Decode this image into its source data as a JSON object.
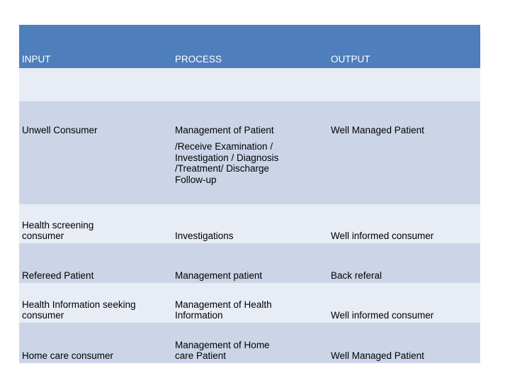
{
  "table": {
    "columns": [
      "INPUT",
      "PROCESS",
      "OUTPUT"
    ],
    "rows": [
      {
        "input": "",
        "process": "",
        "output": ""
      },
      {
        "input": "Unwell Consumer",
        "process": "Management of Patient",
        "output": "Well Managed Patient"
      },
      {
        "input": "",
        "process": "/Receive Examination /\nInvestigation / Diagnosis\n/Treatment/ Discharge\nFollow-up",
        "output": ""
      },
      {
        "input": "Health screening\nconsumer",
        "process": "Investigations",
        "output": "Well informed consumer"
      },
      {
        "input": "Refereed Patient",
        "process": "Management patient",
        "output": "Back referal"
      },
      {
        "input": "Health Information seeking\nconsumer",
        "process": "Management of Health\nInformation",
        "output": "Well informed consumer"
      },
      {
        "input": "Home care consumer",
        "process": "Management of Home\ncare Patient",
        "output": "Well Managed Patient"
      }
    ]
  },
  "colors": {
    "header_band": "#4e7ebb",
    "row_light": "#e7ecf5",
    "row_dark": "#ccd5e8",
    "header_text": "#ffffff",
    "body_text": "#000000"
  }
}
